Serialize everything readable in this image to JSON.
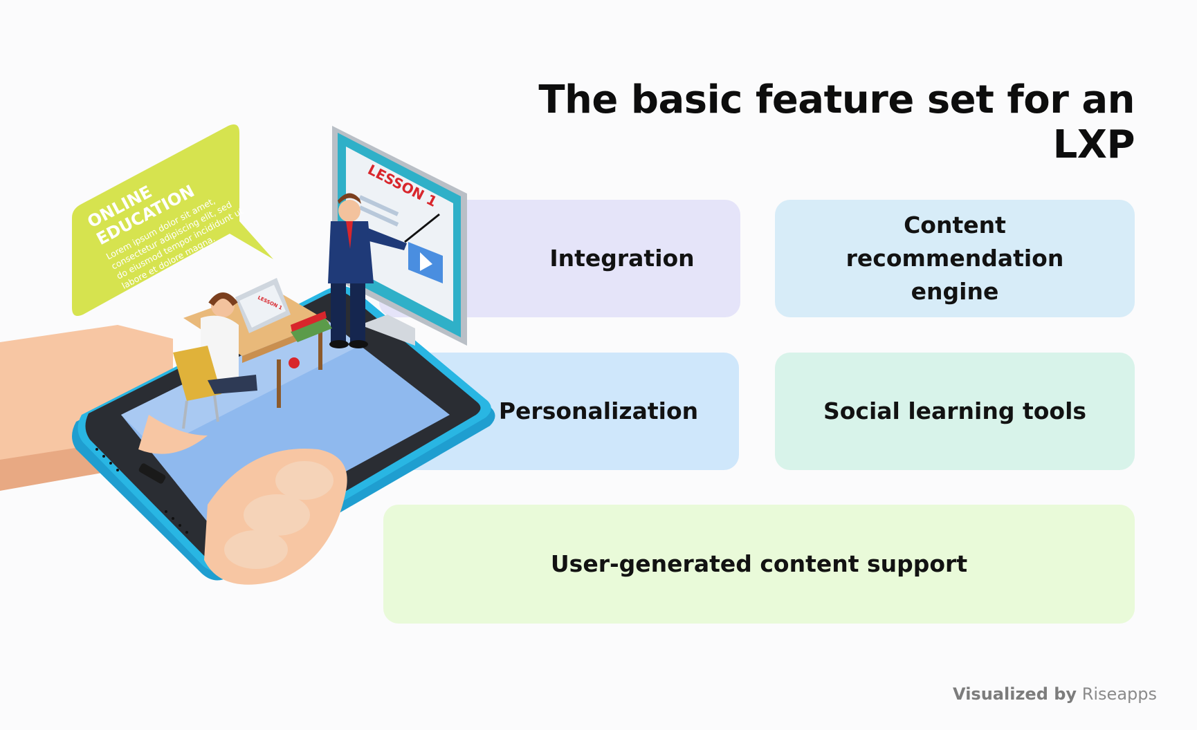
{
  "title": "The basic feature set for an LXP",
  "cards": {
    "integration": "Integration",
    "content": "Content recommendation engine",
    "personalization": "Personalization",
    "social": "Social learning tools",
    "ugc": "User-generated content support"
  },
  "illustration": {
    "bubble_title_line1": "ONLINE",
    "bubble_title_line2": "EDUCATION",
    "bubble_text_lines": [
      "Lorem ipsum dolor sit amet,",
      "consectetur adipiscing elit, sed",
      "do eiusmod tempor incididunt ut",
      "labore et dolore magna."
    ],
    "monitor_label": "LESSON 1",
    "laptop_label": "LESSON 1"
  },
  "footer": {
    "prefix": "Visualized by",
    "brand": "Riseapps"
  },
  "colors": {
    "integration_bg": "#e5e4f9",
    "content_bg": "#d7ecf8",
    "personalization_bg": "#cfe7fb",
    "social_bg": "#d8f3ea",
    "ugc_bg": "#e9fad9",
    "bubble": "#d6e34f",
    "phone_frame": "#29b6e3"
  }
}
